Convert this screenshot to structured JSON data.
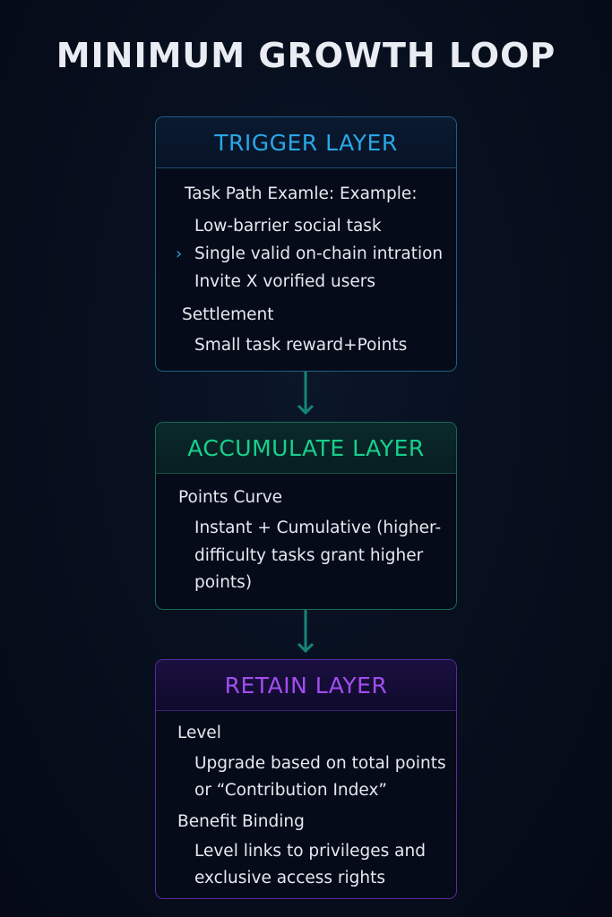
{
  "title": "MINIMUM GROWTH LOOP",
  "colors": {
    "trigger": "#2aa6e6",
    "accumulate": "#18cf8c",
    "retain": "#a24df0",
    "arrow": "#14857a"
  },
  "trigger": {
    "header": "TRIGGER LAYER",
    "section1": "Task Path Examle: Example:",
    "items": [
      "Low-barrier social task",
      "Single valid on-chain intration",
      "Invite X vorified users"
    ],
    "section2": "Settlement",
    "settlement": "Small task reward+Points"
  },
  "accumulate": {
    "header": "ACCUMULATE LAYER",
    "section1": "Points Curve",
    "lines": [
      "Instant + Cumulative (higher-",
      "difficulty tasks grant higher",
      "points)"
    ]
  },
  "retain": {
    "header": "RETAIN LAYER",
    "section1": "Level",
    "level_lines": [
      "Upgrade based on total points",
      "or “Contribution Index”"
    ],
    "section2": "Benefit Binding",
    "benefit_lines": [
      "Level links to privileges and",
      "exclusive access rights"
    ]
  }
}
